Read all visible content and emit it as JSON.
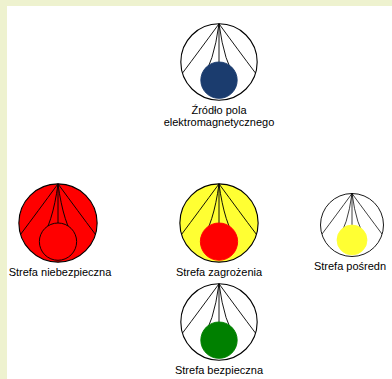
{
  "diagram": {
    "nodes": [
      {
        "text": [
          "Źródło pola elektromagnetycznego"
        ]
      },
      {
        "text": [
          "Strefa niebezpieczna"
        ]
      },
      {
        "text": [
          "Strefa zagrożenia"
        ]
      },
      {
        "text": [
          "Strefa pośredn"
        ]
      },
      {
        "text": [
          "Strefa bezpieczna"
        ]
      }
    ]
  }
}
